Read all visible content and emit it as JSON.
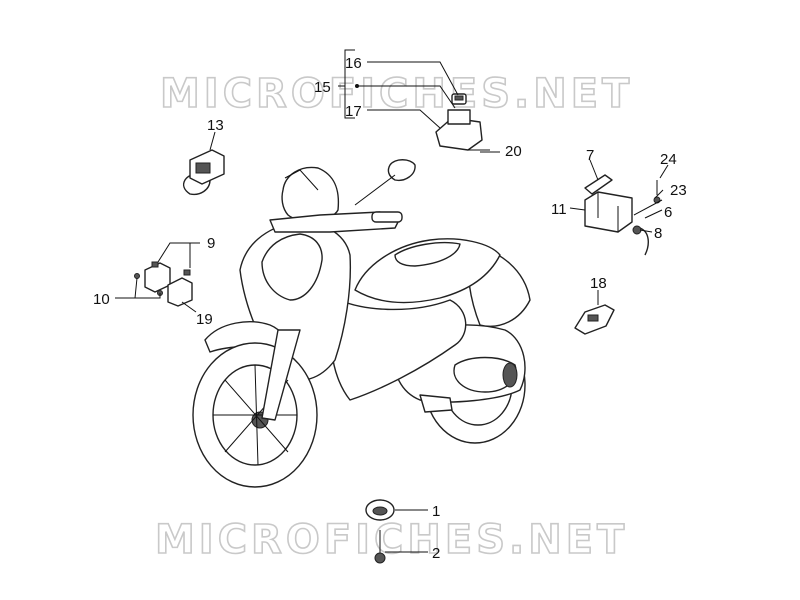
{
  "watermark": "MICROFICHES.NET",
  "callouts": {
    "c1": "1",
    "c2": "2",
    "c6": "6",
    "c7": "7",
    "c8": "8",
    "c9": "9",
    "c10": "10",
    "c11": "11",
    "c13": "13",
    "c15": "15",
    "c16": "16",
    "c17": "17",
    "c18": "18",
    "c19": "19",
    "c20": "20",
    "c23": "23",
    "c24": "24"
  }
}
